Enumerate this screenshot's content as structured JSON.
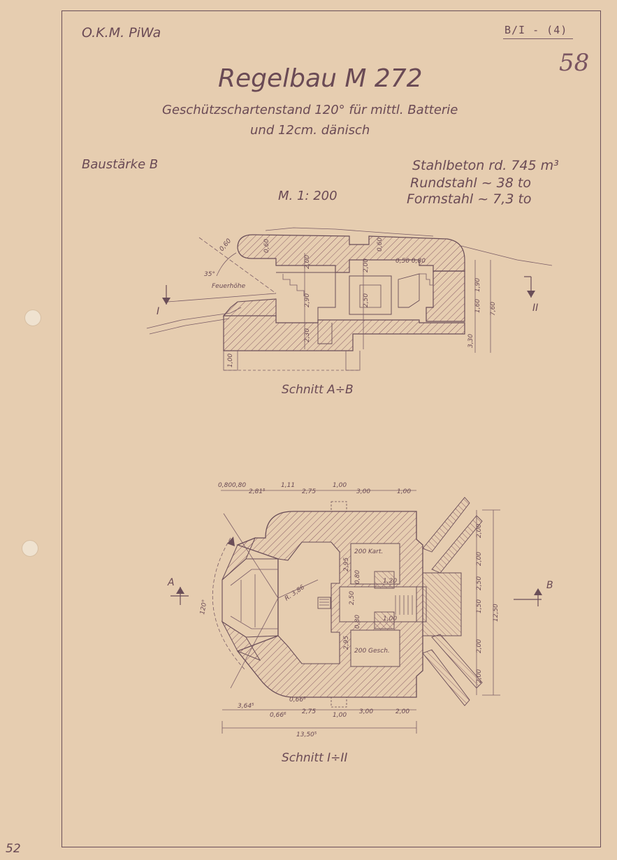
{
  "header": {
    "org": "O.K.M. PiWa",
    "ref": "B/I - (4)",
    "handwritten_number": "58"
  },
  "title": {
    "main": "Regelbau M 272",
    "sub_line1": "Geschützschartenstand 120° für mittl. Batterie",
    "sub_line2": "und 12cm. dänisch"
  },
  "specs": {
    "baustaerke": "Baustärke B",
    "scale": "M. 1: 200",
    "stahlbeton": "Stahlbeton rd. 745 m³",
    "rundstahl": "Rundstahl ~ 38 to",
    "formstahl": "Formstahl ~ 7,3 to"
  },
  "section": {
    "caption": "Schnitt A÷B",
    "marker_left": "I",
    "marker_right": "II",
    "feuerhoehe_label": "Feuerhöhe",
    "angle_label": "35°",
    "dims": {
      "h1": "2,00",
      "h2": "2,90",
      "h3": "2,30",
      "h4": "2,00",
      "h5": "2,50",
      "h6": "3,30",
      "h7": "7,60",
      "h8": "1,90",
      "h9": "1,60",
      "h10": "0,50 0,80",
      "top1": "0,60",
      "top2": "0,60",
      "left": "0,60",
      "bottom": "1,00"
    }
  },
  "plan": {
    "caption": "Schnitt I÷II",
    "marker_left": "A",
    "marker_right": "B",
    "angle_label": "120°",
    "radius_label": "R. 3,86",
    "room_top": "200 Kart.",
    "room_bottom": "200 Gesch.",
    "top_dims": [
      "0,80",
      "0,80",
      "2,81⁵",
      "1,11",
      "2,75",
      "1,00",
      "3,00",
      "1,00"
    ],
    "bottom_dims": [
      "3,64⁵",
      "0,66⁶",
      "0,66⁶",
      "2,75",
      "1,00",
      "3,00",
      "2,00"
    ],
    "total_width": "13,50⁵",
    "right_dims": [
      "2,00",
      "2,00",
      "2,50",
      "1,50",
      "2,00",
      "2,00"
    ],
    "total_height": "12,50",
    "inner_dims": [
      "2,95",
      "2,95",
      "1,20",
      "1,00",
      "2,50",
      "0,80",
      "0,80"
    ]
  },
  "footer": {
    "page_number": "52"
  },
  "colors": {
    "paper": "#e6cdb0",
    "ink": "#6a4e58",
    "hatch": "#8a5e68"
  }
}
